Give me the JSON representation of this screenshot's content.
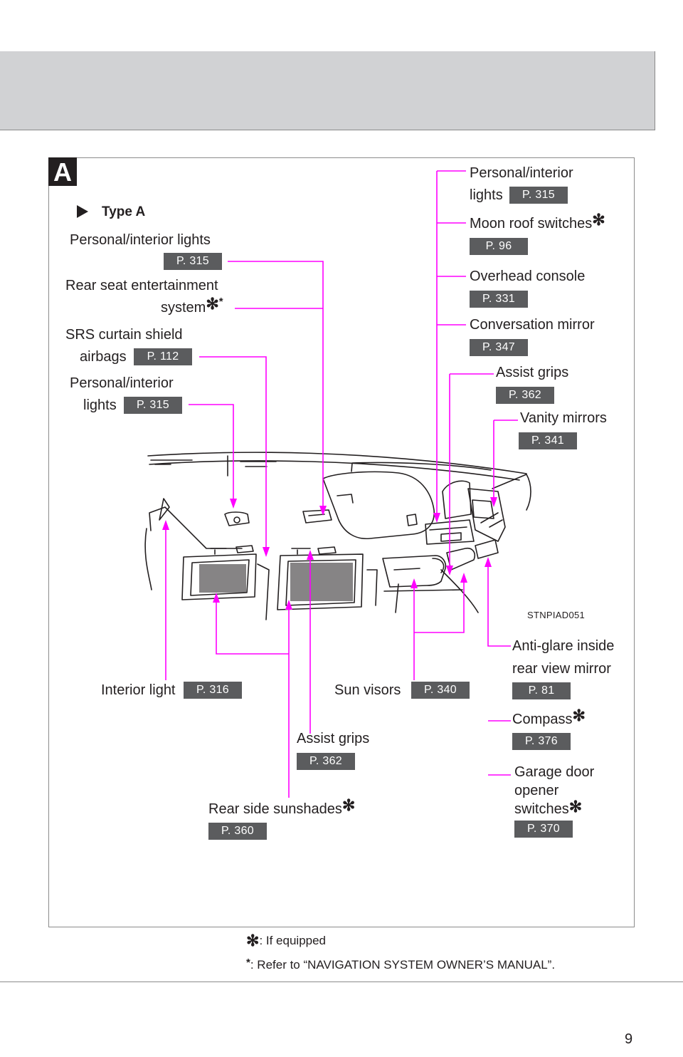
{
  "section_letter": "A",
  "type_label": "Type A",
  "figure_code": "STNPIAD051",
  "page_number": "9",
  "footnotes": {
    "if_equipped": ": If equipped",
    "refer_to": ": Refer to “NAVIGATION SYSTEM OWNER’S MANUAL”."
  },
  "callouts": {
    "personal_interior_lights_top": {
      "line1": "Personal/interior",
      "line2": "lights",
      "page": "P. 315"
    },
    "moon_roof_switches": {
      "label": "Moon roof switches",
      "page": "P. 96"
    },
    "overhead_console": {
      "label": "Overhead console",
      "page": "P. 331"
    },
    "conversation_mirror": {
      "label": "Conversation mirror",
      "page": "P. 347"
    },
    "assist_grips_right": {
      "label": "Assist grips",
      "page": "P. 362"
    },
    "vanity_mirrors": {
      "label": "Vanity mirrors",
      "page": "P. 341"
    },
    "personal_interior_lights_left1": {
      "label": "Personal/interior lights",
      "page": "P. 315"
    },
    "rear_seat_entertainment": {
      "line1": "Rear seat entertainment",
      "line2": "system"
    },
    "srs_curtain_shield_airbags": {
      "line1": "SRS curtain shield",
      "line2": "airbags",
      "page": "P. 112"
    },
    "personal_interior_lights_left2": {
      "line1": "Personal/interior",
      "line2": "lights",
      "page": "P. 315"
    },
    "anti_glare_mirror": {
      "line1": "Anti-glare inside",
      "line2": "rear view mirror",
      "page": "P. 81"
    },
    "compass": {
      "label": "Compass",
      "page": "P. 376"
    },
    "garage_door_opener": {
      "line1": "Garage door",
      "line2": "opener",
      "line3": "switches",
      "page": "P. 370"
    },
    "interior_light": {
      "label": "Interior light",
      "page": "P. 316"
    },
    "sun_visors": {
      "label": "Sun visors",
      "page": "P. 340"
    },
    "assist_grips_bottom": {
      "label": "Assist grips",
      "page": "P. 362"
    },
    "rear_side_sunshades": {
      "label": "Rear side sunshades",
      "page": "P. 360"
    }
  },
  "colors": {
    "leader": "#ff00ff",
    "badge": "#5b5c5e",
    "header": "#d1d2d4"
  }
}
